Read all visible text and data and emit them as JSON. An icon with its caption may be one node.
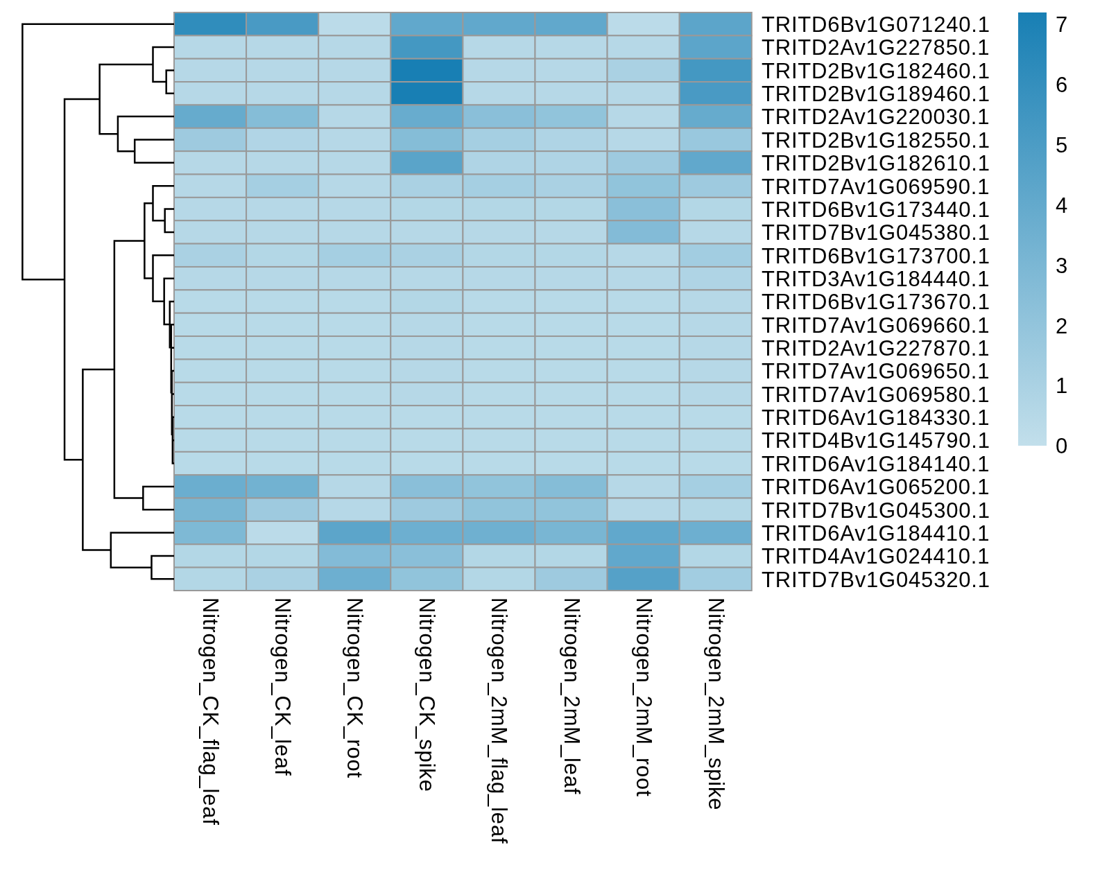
{
  "diagram": {
    "labels": [
      "TRITD6Bv1G071240.1",
      "TRITD2Av1G227850.1",
      "TRITD2Bv1G182460.1",
      "TRITD2Bv1G189460.1",
      "TRITD2Av1G220030.1",
      "TRITD2Bv1G182550.1",
      "TRITD2Bv1G182610.1",
      "TRITD7Av1G069590.1",
      "TRITD6Bv1G173440.1",
      "TRITD7Bv1G045380.1",
      "TRITD6Bv1G173700.1",
      "TRITD3Av1G184440.1",
      "TRITD6Bv1G173670.1",
      "TRITD7Av1G069660.1",
      "TRITD2Av1G227870.1",
      "TRITD7Av1G069650.1",
      "TRITD7Av1G069580.1",
      "TRITD6Av1G184330.1",
      "TRITD4Bv1G145790.1",
      "TRITD6Av1G184140.1",
      "TRITD6Av1G065200.1",
      "TRITD7Bv1G045300.1",
      "TRITD6Av1G184410.1",
      "TRITD4Av1G024410.1",
      "TRITD7Bv1G045320.1",
      "7",
      "6",
      "5",
      "4",
      "3",
      "2",
      "1",
      "0",
      "Nitrogen_CK_flag_leaf",
      "Nitrogen_CK_leaf",
      "Nitrogen_CK_root",
      "Nitrogen_CK_spike",
      "Nitrogen_2mM_flag_leaf",
      "Nitrogen_2mM_leaf",
      "Nitrogen_2mM_root",
      "Nitrogen_2mM_spike"
    ]
  }
}
